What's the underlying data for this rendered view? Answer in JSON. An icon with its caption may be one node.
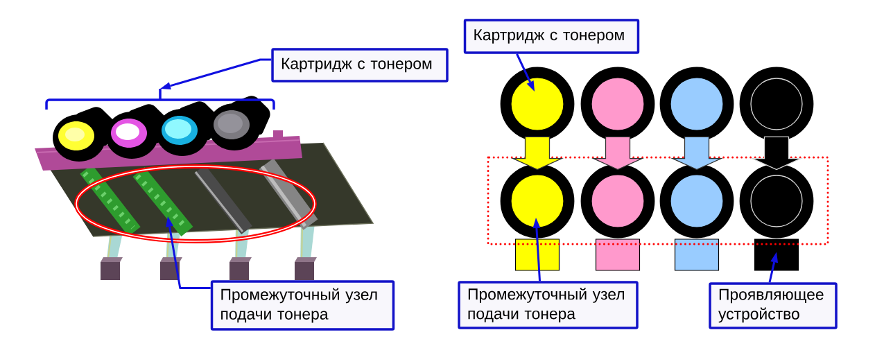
{
  "diagram": {
    "nodes": [
      {
        "text": [
          "Картридж с тонером"
        ]
      },
      {
        "text": [],
        "shape": "bracket"
      },
      {
        "text": [
          "Промежуточный узел подачи тонера"
        ]
      },
      {
        "text": [
          "Картридж с тонером"
        ]
      },
      {
        "text": [],
        "shape": "circle"
      },
      {
        "text": [],
        "shape": "circle"
      },
      {
        "text": [],
        "shape": "circle"
      },
      {
        "text": [],
        "shape": "circle"
      },
      {
        "text": [],
        "shape": "circle"
      },
      {
        "text": [],
        "shape": "circle"
      },
      {
        "text": [],
        "shape": "circle"
      },
      {
        "text": [],
        "shape": "circle"
      },
      {
        "text": [],
        "shape": "bar"
      },
      {
        "text": [],
        "shape": "bar"
      },
      {
        "text": [],
        "shape": "bar"
      },
      {
        "text": [],
        "shape": "bar"
      },
      {
        "text": [
          "Промежуточный узел подачи тонера"
        ]
      },
      {
        "text": [
          "Проявляющее устройство"
        ]
      }
    ],
    "edges": [
      {
        "from": 0,
        "to": 1,
        "arrow": "to"
      },
      {
        "from": 2,
        "to": null,
        "arrow": "to"
      },
      {
        "from": 3,
        "to": 4,
        "arrow": "to"
      },
      {
        "from": 4,
        "to": 8,
        "arrow": "to",
        "style": "thick",
        "color": "#ffff00"
      },
      {
        "from": 5,
        "to": 9,
        "arrow": "to",
        "style": "thick",
        "color": "#ff99cc"
      },
      {
        "from": 6,
        "to": 10,
        "arrow": "to",
        "style": "thick",
        "color": "#99ccff"
      },
      {
        "from": 7,
        "to": 11,
        "arrow": "to",
        "style": "thick",
        "color": "#000000"
      },
      {
        "from": 16,
        "to": 8,
        "arrow": "to"
      },
      {
        "from": 17,
        "to": 15,
        "arrow": "to"
      }
    ]
  }
}
